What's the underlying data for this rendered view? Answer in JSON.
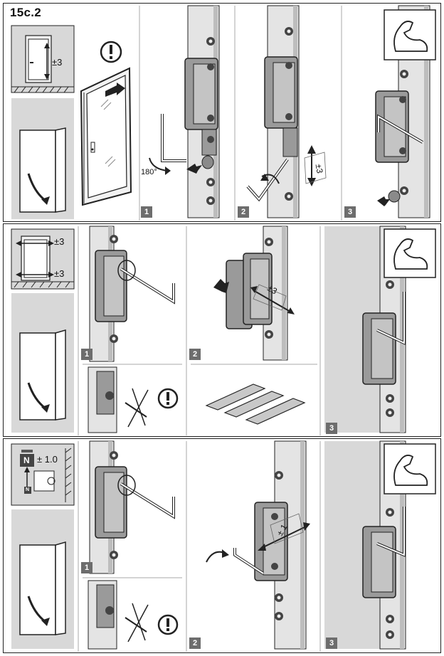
{
  "header": {
    "title": "15c.2"
  },
  "sections": [
    {
      "id": "a",
      "gap_label": "±3",
      "angle_label": "180°",
      "step_labels": [
        "1",
        "2",
        "3"
      ],
      "adjust_label": "±3"
    },
    {
      "id": "b",
      "gap_top_label": "±3",
      "gap_bottom_label": "±3",
      "step_labels": [
        "1",
        "2",
        "3"
      ],
      "adjust_label": "±3"
    },
    {
      "id": "c",
      "gap_label": "± 1.0",
      "weight_label": "N",
      "weight_small_label": "N",
      "step_labels": [
        "1",
        "2",
        "3"
      ],
      "adjust_label": "± 1"
    }
  ],
  "icons": [
    "warning-icon",
    "strength-arm-icon",
    "hex-key-icon",
    "door-icon",
    "hinge-icon",
    "screw-icon",
    "shim-plates-icon",
    "rotate-arrow-icon"
  ],
  "colors": {
    "line": "#222222",
    "panel_gray": "#d8d8d8",
    "hinge": "#8a8a8a",
    "step_badge": "#6d6d6d",
    "frame": "#b5b5b5"
  }
}
